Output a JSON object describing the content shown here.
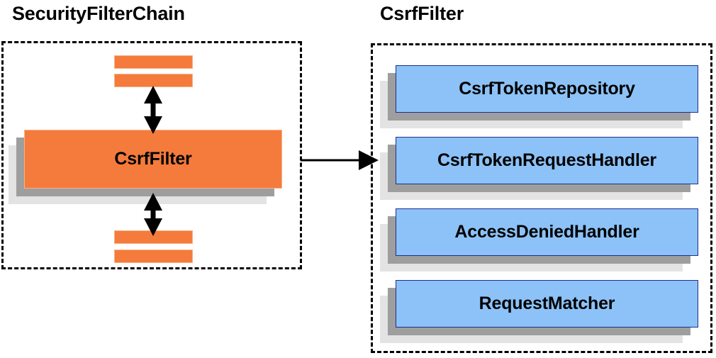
{
  "diagram": {
    "title_left": "SecurityFilterChain",
    "title_right": "CsrfFilter",
    "colors": {
      "orange_fill": "#f47b3c",
      "orange_border": "#f9b184",
      "blue_fill": "#8cc2f7",
      "blue_border": "#1f2f8c",
      "shadow_mid": "#9e9e9e",
      "shadow_back": "#e3e3e3",
      "outline": "#000000",
      "background": "#ffffff"
    },
    "left_panel": {
      "title": "SecurityFilterChain",
      "main_box_label": "CsrfFilter",
      "filters_above": [
        "",
        ""
      ],
      "filters_below": [
        "",
        ""
      ],
      "connector_top": "double-headed-vertical-arrow",
      "connector_bottom": "double-headed-vertical-arrow"
    },
    "right_panel": {
      "title": "CsrfFilter",
      "collaborators": [
        {
          "label": "CsrfTokenRepository"
        },
        {
          "label": "CsrfTokenRequestHandler"
        },
        {
          "label": "AccessDeniedHandler"
        },
        {
          "label": "RequestMatcher"
        }
      ]
    },
    "cross_panel_connector": {
      "kind": "single-headed-horizontal-arrow",
      "from": "CsrfFilter",
      "to": "CsrfFilter collaborators"
    }
  }
}
